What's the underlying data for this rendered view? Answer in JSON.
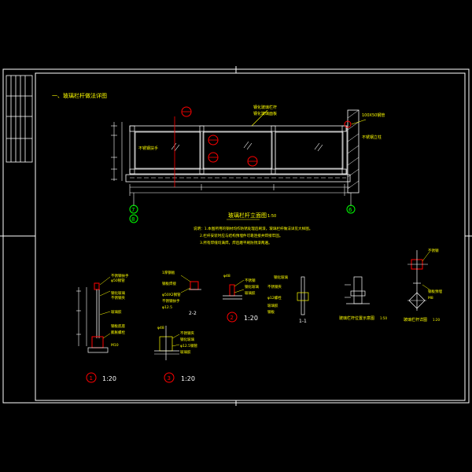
{
  "drawing": {
    "section_heading": "一、玻璃栏杆做法详图",
    "elevation_title": "玻璃栏杆立面图",
    "elevation_scale": "1:50",
    "notes": [
      "说明：1.本图所用的钢材均作防锈处理后刷漆，玻璃栏杆做法详见大样图。",
      "2.栏杆安装时应与结构预埋件可靠连接并焊接牢固。",
      "3.所有焊缝均满焊，焊后磨平刷防锈漆两遍。"
    ],
    "detail_1_scale": "1:20",
    "detail_2_scale": "1:20",
    "detail_3_scale": "1:20",
    "section_2_2": "2-2",
    "section_1_1": "1-1",
    "detail_4_title": "玻璃栏杆位置示意图",
    "detail_4_scale": "1:50",
    "detail_5_title": "玻璃栏杆详图",
    "detail_5_scale": "1:20",
    "grid_marks": [
      "7",
      "8",
      "6"
    ],
    "callout_nums": [
      "1",
      "2",
      "3"
    ],
    "elev_callouts": [
      "钢化玻璃栏杆",
      "钢化玻璃面板",
      "不锈钢扶手",
      "100X50钢管",
      "不锈钢立柱"
    ]
  },
  "colors": {
    "background": "#000000",
    "border": "#ffffff",
    "annotation": "#ffff00",
    "callout": "#ff0000",
    "grid": "#00ff00"
  }
}
